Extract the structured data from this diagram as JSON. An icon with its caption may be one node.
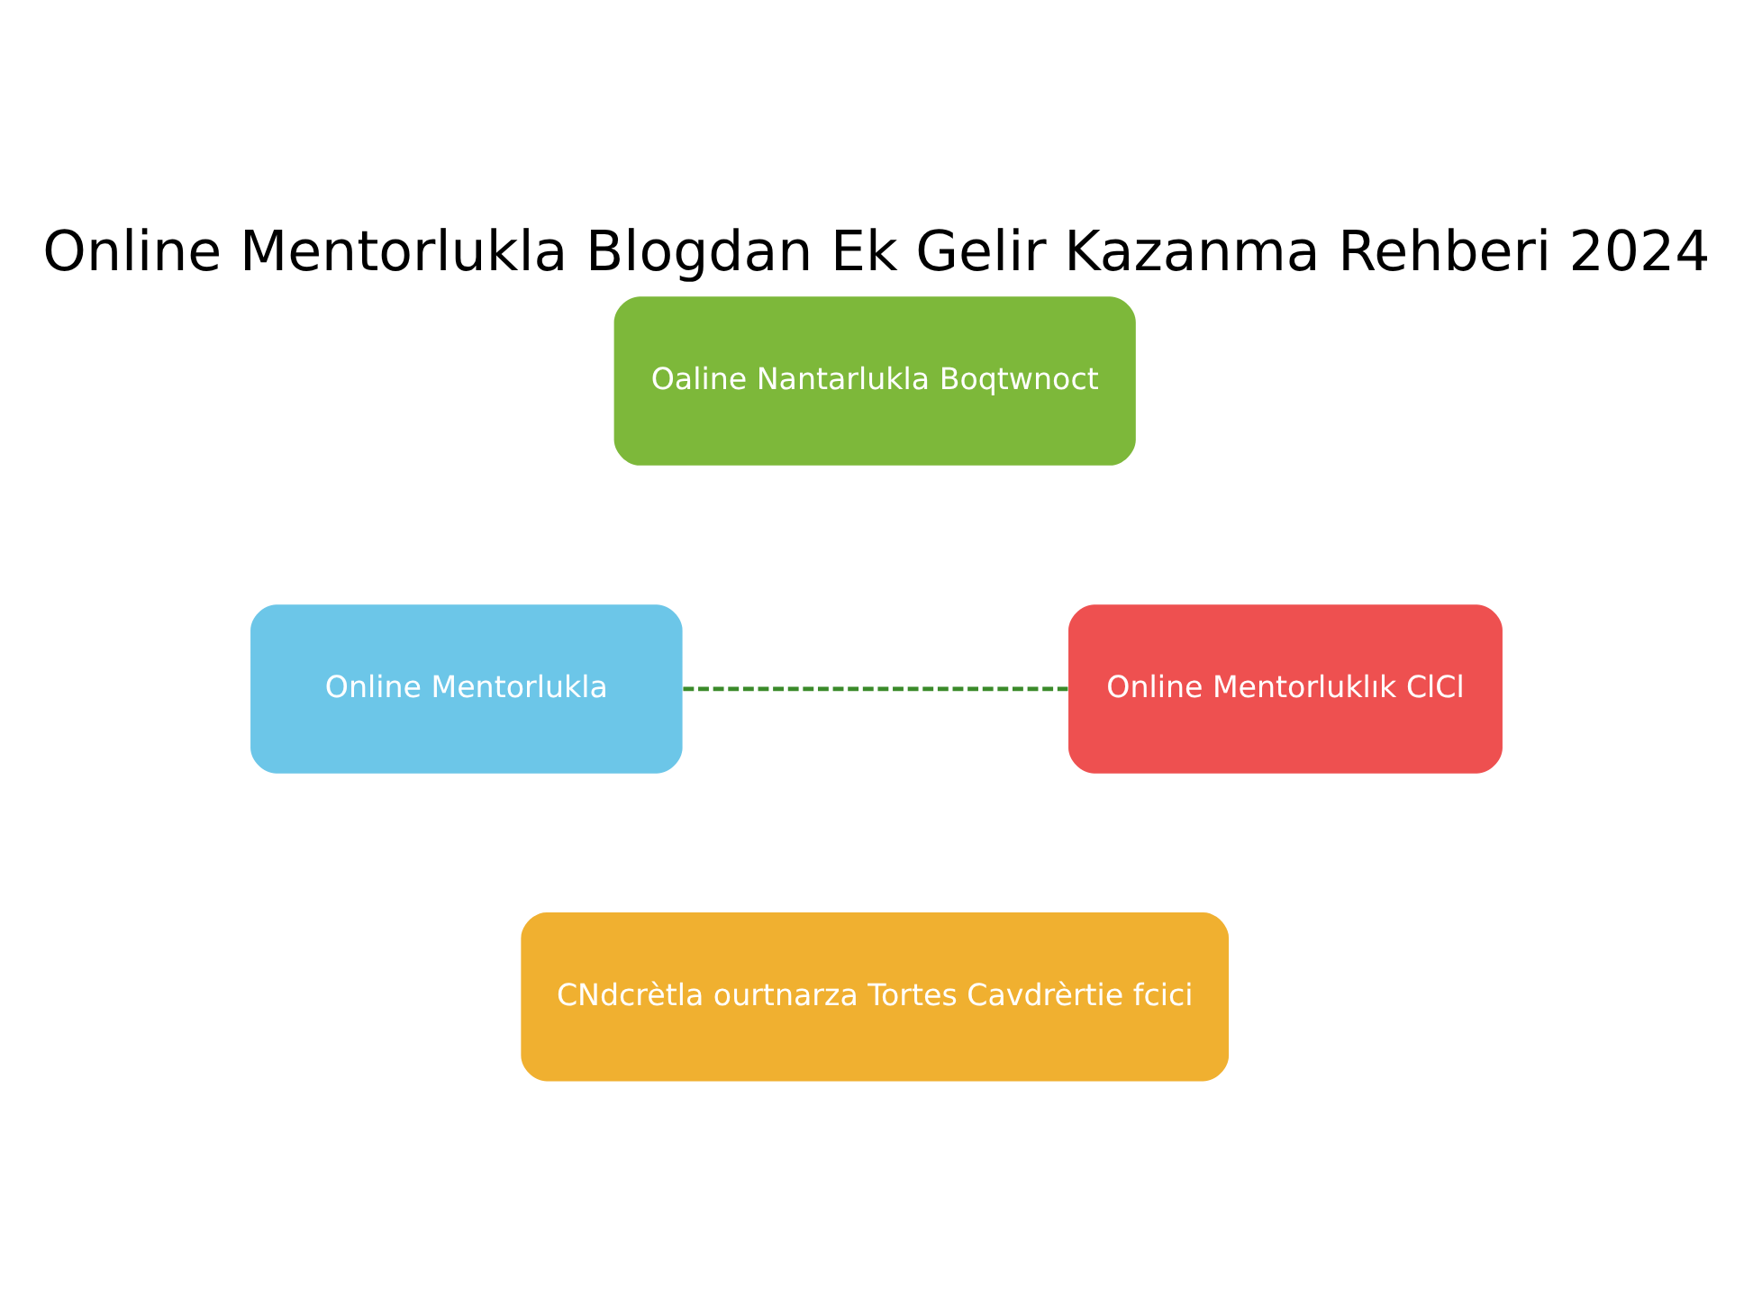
{
  "diagram": {
    "title": "Online Mentorlukla Blogdan Ek Gelir Kazanma Rehberi 2024",
    "nodes": [
      {
        "text": [
          "Oaline Nantarlukla Boqtwnoct"
        ]
      },
      {
        "text": [
          "Online Mentorlukla"
        ]
      },
      {
        "text": [
          "Online Mentorluklık ClCl"
        ]
      },
      {
        "text": [
          "CNdcrètla ourtnarza Tortes Cavdrèrtie fcici"
        ]
      }
    ],
    "edges": [
      {
        "from": 1,
        "to": 2,
        "arrow": "none",
        "style": "dashed"
      }
    ]
  }
}
